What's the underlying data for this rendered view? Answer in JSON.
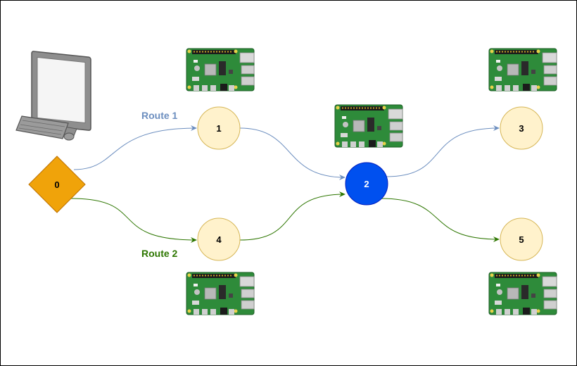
{
  "colors": {
    "route1": "#6c8ebf",
    "route2": "#2d7600",
    "node_fill": "#fff2cc",
    "node_stroke": "#d6b656",
    "hub_fill": "#0050ef",
    "hub_stroke": "#001dbc",
    "source_fill": "#f0a30a",
    "source_stroke": "#bd7000",
    "board_green": "#2e8b3a"
  },
  "routes": [
    {
      "label": "Route 1"
    },
    {
      "label": "Route 2"
    }
  ],
  "nodes": [
    {
      "id": "0",
      "label": "0",
      "shape": "diamond"
    },
    {
      "id": "1",
      "label": "1",
      "shape": "circle"
    },
    {
      "id": "2",
      "label": "2",
      "shape": "circle-hub"
    },
    {
      "id": "3",
      "label": "3",
      "shape": "circle"
    },
    {
      "id": "4",
      "label": "4",
      "shape": "circle"
    },
    {
      "id": "5",
      "label": "5",
      "shape": "circle"
    }
  ],
  "icons": {
    "computer": "desktop-computer-icon",
    "board": "raspberry-pi-board-icon"
  }
}
